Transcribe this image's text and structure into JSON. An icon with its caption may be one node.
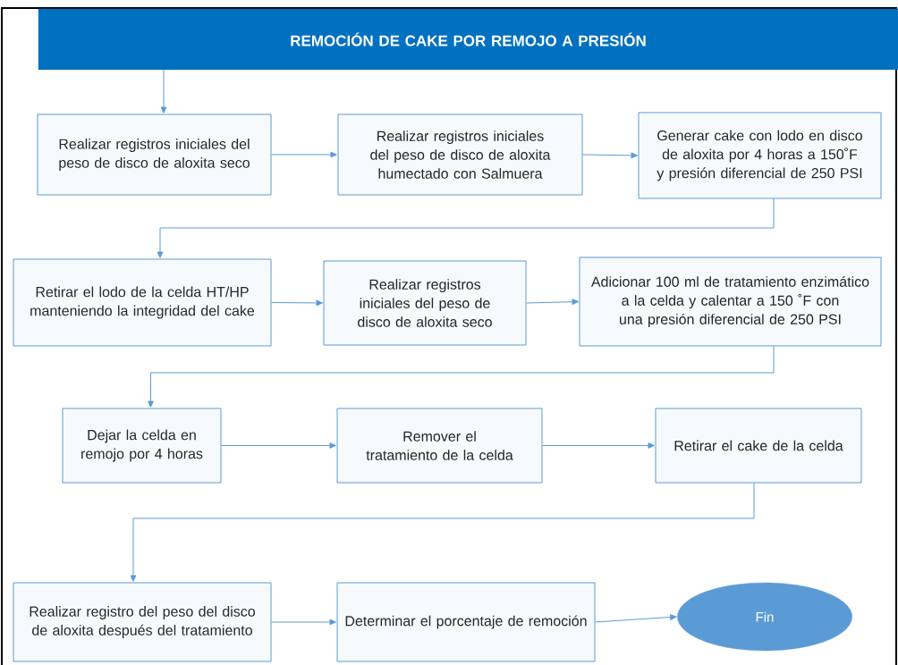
{
  "diagram": {
    "nodes": [
      {
        "text": [
          "REMOCIÓN DE CAKE POR REMOJO A PRESIÓN"
        ]
      },
      {
        "text": [
          "Realizar registros iniciales del peso de disco de aloxita seco"
        ]
      },
      {
        "text": [
          "Realizar registros iniciales del peso de disco de aloxita humectado con Salmuera"
        ]
      },
      {
        "text": [
          "Generar cake con lodo en disco de aloxita por 4 horas a 150˚F y presión diferencial de 250 PSI"
        ]
      },
      {
        "text": [
          "Retirar el lodo de la celda HT/HP manteniendo la integridad del cake"
        ]
      },
      {
        "text": [
          "Realizar registros iniciales del peso de disco de aloxita seco"
        ]
      },
      {
        "text": [
          "Adicionar 100 ml de tratamiento enzimático a la celda y calentar a 150 ˚F con una presión diferencial de 250 PSI"
        ]
      },
      {
        "text": [
          "Dejar la celda en remojo por 4 horas"
        ]
      },
      {
        "text": [
          "Remover el tratamiento de la celda"
        ]
      },
      {
        "text": [
          "Retirar el cake de la celda"
        ]
      },
      {
        "text": [
          "Realizar registro del peso del disco de aloxita después del tratamiento"
        ]
      },
      {
        "text": [
          "Determinar el porcentaje de remoción"
        ]
      },
      {
        "text": [
          "Fin"
        ]
      }
    ],
    "edges": [
      {
        "from": 0,
        "to": 1,
        "arrow": "to"
      },
      {
        "from": 1,
        "to": 2,
        "arrow": "to"
      },
      {
        "from": 2,
        "to": 3,
        "arrow": "to"
      },
      {
        "from": 3,
        "to": 4,
        "arrow": "to"
      },
      {
        "from": 4,
        "to": 5,
        "arrow": "to"
      },
      {
        "from": 5,
        "to": 6,
        "arrow": "to"
      },
      {
        "from": 6,
        "to": 7,
        "arrow": "to"
      },
      {
        "from": 7,
        "to": 8,
        "arrow": "to"
      },
      {
        "from": 8,
        "to": 9,
        "arrow": "to"
      },
      {
        "from": 9,
        "to": 10,
        "arrow": "to"
      },
      {
        "from": 10,
        "to": 11,
        "arrow": "to"
      },
      {
        "from": 11,
        "to": 12,
        "arrow": "to"
      }
    ]
  }
}
